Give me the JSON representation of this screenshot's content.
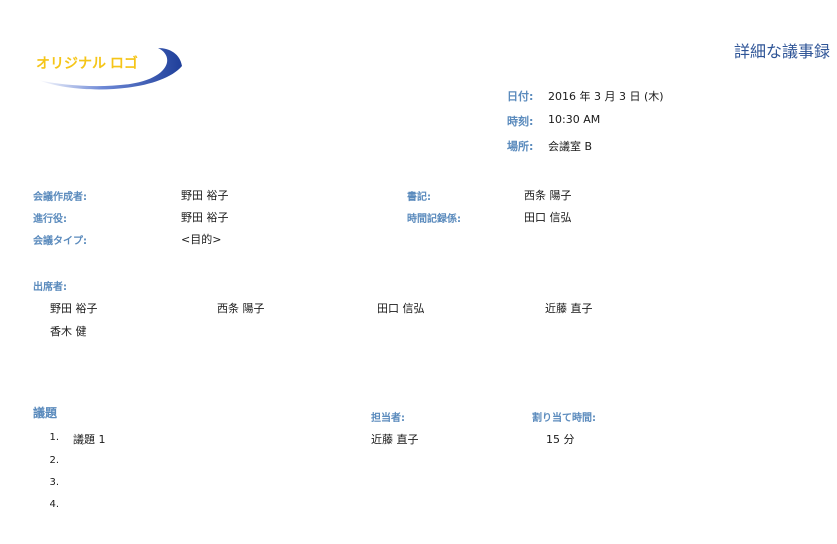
{
  "logo": {
    "text": "オリジナル ロゴ"
  },
  "title": "詳細な議事録",
  "meta": {
    "date_label": "日付:",
    "date_value": "2016 年 3 月 3 日 (木)",
    "time_label": "時刻:",
    "time_value": "10:30 AM",
    "place_label": "場所:",
    "place_value": "会議室 B"
  },
  "fields": {
    "creator_label": "会議作成者:",
    "creator_value": "野田 裕子",
    "secretary_label": "書記:",
    "secretary_value": "西条 陽子",
    "facilitator_label": "進行役:",
    "facilitator_value": "野田 裕子",
    "timekeeper_label": "時間記録係:",
    "timekeeper_value": "田口 信弘",
    "meeting_type_label": "会議タイプ:",
    "meeting_type_value": "<目的>"
  },
  "attendees": {
    "label": "出席者:",
    "names": [
      "野田 裕子",
      "西条 陽子",
      "田口 信弘",
      "近藤 直子",
      "香木 健"
    ]
  },
  "agenda": {
    "heading": "議題",
    "owner_heading": "担当者:",
    "time_heading": "割り当て時間:",
    "items": [
      {
        "num": "1.",
        "text": "議題 1",
        "owner": "近藤 直子",
        "time": "15 分"
      },
      {
        "num": "2.",
        "text": "",
        "owner": "",
        "time": ""
      },
      {
        "num": "3.",
        "text": "",
        "owner": "",
        "time": ""
      },
      {
        "num": "4.",
        "text": "",
        "owner": "",
        "time": ""
      }
    ]
  },
  "colors": {
    "title": "#2f5597",
    "label": "#5b8bbd",
    "logo_text": "#f5c518",
    "logo_swoosh": "#1f3f9a"
  }
}
